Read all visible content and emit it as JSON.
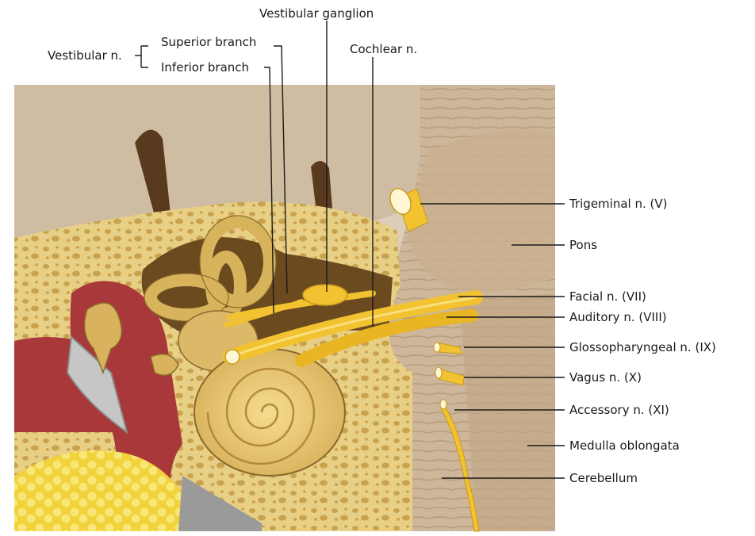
{
  "labels": {
    "vestibular_n": "Vestibular n.",
    "superior_branch": "Superior branch",
    "inferior_branch": "Inferior branch",
    "vestibular_ganglion": "Vestibular ganglion",
    "cochlear_n": "Cochlear n.",
    "trigeminal_n": "Trigeminal n. (V)",
    "pons": "Pons",
    "facial_n": "Facial n. (VII)",
    "auditory_n": "Auditory n. (VIII)",
    "glossopharyngeal_n": "Glossopharyngeal n. (IX)",
    "vagus_n": "Vagus n. (X)",
    "accessory_n": "Accessory n. (XI)",
    "medulla_oblongata": "Medulla oblongata",
    "cerebellum": "Cerebellum"
  },
  "colors": {
    "bone": "#e8cf86",
    "bone_pore": "#c9a24e",
    "brain_tissue": "#cdb699",
    "nerve": "#f2c230",
    "canal_red": "#a8383a",
    "fat": "#f3dd4a",
    "dura_background": "#dccdb6"
  }
}
